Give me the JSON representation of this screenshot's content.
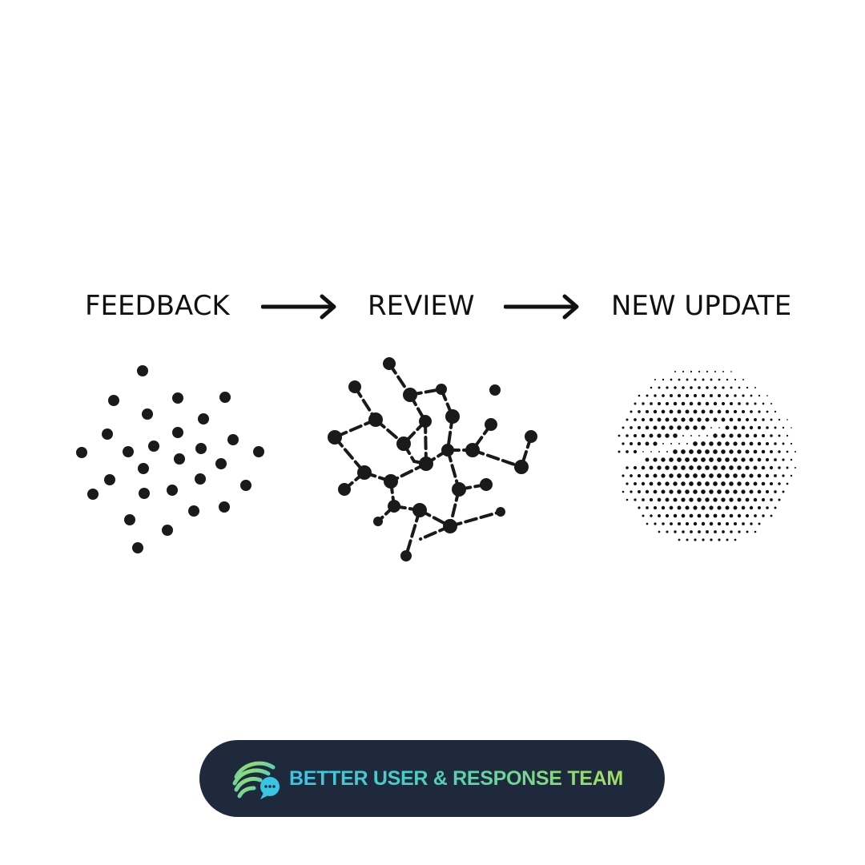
{
  "steps": [
    {
      "label": "FEEDBACK"
    },
    {
      "label": "REVIEW"
    },
    {
      "label": "NEW UPDATE"
    }
  ],
  "icons": {
    "arrow": "arrow-right-icon",
    "feedback_art": "scattered-dots",
    "review_art": "connected-network",
    "update_art": "dotted-sphere",
    "brand_logo": "wave-chat-logo"
  },
  "badge": {
    "text": "BETTER USER & RESPONSE TEAM"
  },
  "colors": {
    "background": "#ffffff",
    "ink": "#111111",
    "badge_bg": "#1e293b",
    "brand_start": "#38c6e6",
    "brand_end": "#a3e05a"
  }
}
